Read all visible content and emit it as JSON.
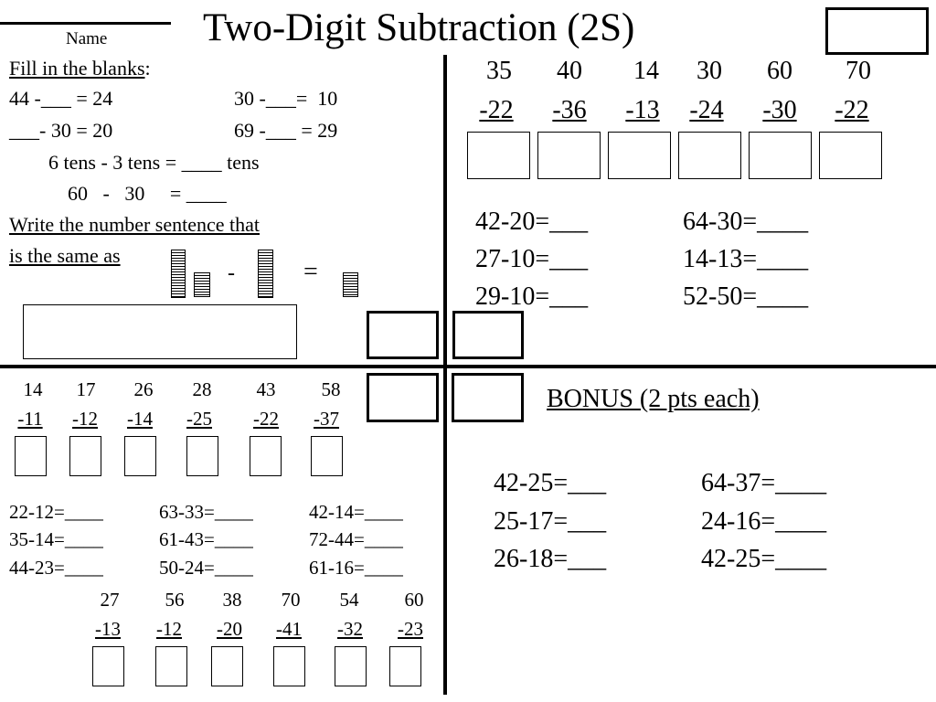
{
  "header": {
    "name_label": "Name",
    "title": "Two-Digit Subtraction (2S)"
  },
  "q1": {
    "heading": "Fill in the blanks",
    "heading_colon": ":",
    "lines": [
      "44 -___ = 24",
      "30 -___=  10",
      "___- 30 = 20",
      "69 -___ = 29"
    ],
    "tens_line": "6 tens - 3 tens = ____ tens",
    "sixty_line": "60   -   30     = ____"
  },
  "q2": {
    "line1": "Write the number sentence that",
    "line2": "is the same as",
    "minus": "-",
    "equals": "="
  },
  "tr": {
    "tops": [
      "35",
      "40",
      "14",
      "30",
      "60",
      "70"
    ],
    "bottoms": [
      "-22",
      "-36",
      "-13",
      "-24",
      "-30",
      "-22"
    ],
    "equations": [
      "42-20=___",
      "64-30=____",
      "27-10=___",
      "14-13=____",
      "29-10=___",
      "52-50=____"
    ]
  },
  "bl": {
    "tops": [
      "14",
      "17",
      "26",
      "28",
      "43",
      "58"
    ],
    "bottoms": [
      "-11",
      "-12",
      "-14",
      "-25",
      "-22",
      "-37"
    ],
    "equations": [
      "22-12=____",
      "63-33=____",
      "42-14=____",
      "35-14=____",
      "61-43=____",
      "72-44=____",
      "44-23=____",
      "50-24=____",
      "61-16=____"
    ],
    "tops2": [
      "27",
      "56",
      "38",
      "70",
      "54",
      "60"
    ],
    "bottoms2": [
      "-13",
      "-12",
      "-20",
      "-41",
      "-32",
      "-23"
    ]
  },
  "bonus": {
    "title": "BONUS (2 pts each)",
    "equations": [
      "42-25=___",
      "64-37=____",
      "25-17=___",
      "24-16=____",
      "26-18=___",
      "42-25=____"
    ]
  }
}
